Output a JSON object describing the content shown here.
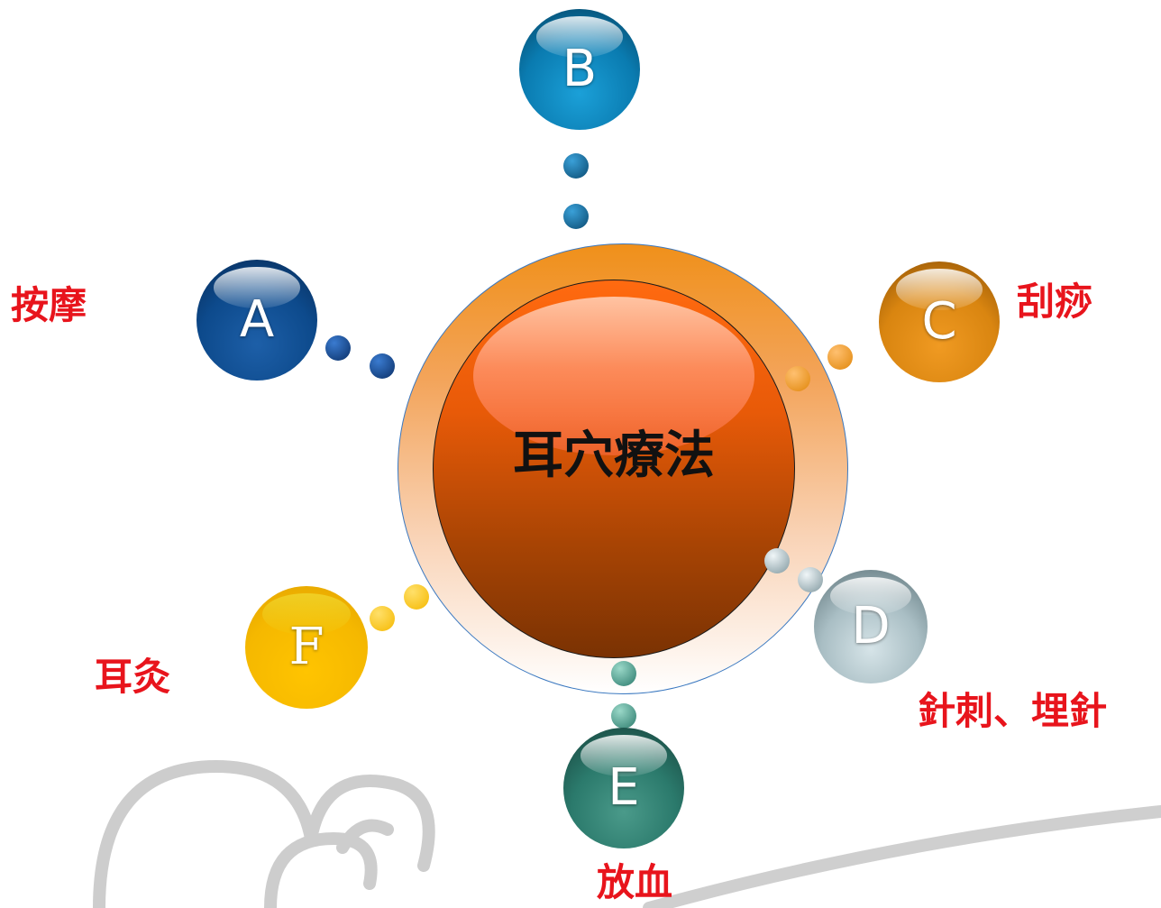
{
  "center": {
    "title": "耳穴療法"
  },
  "nodes": [
    {
      "id": "A",
      "letter": "A",
      "label": "按摩",
      "color": "#0d4a8c"
    },
    {
      "id": "B",
      "letter": "B",
      "label": "",
      "color": "#0a7bb0"
    },
    {
      "id": "C",
      "letter": "C",
      "label": "刮痧",
      "color": "#d98510"
    },
    {
      "id": "D",
      "letter": "D",
      "label": "針刺、埋針",
      "color": "#8aa3ab"
    },
    {
      "id": "E",
      "letter": "E",
      "label": "放血",
      "color": "#2b7a6c"
    },
    {
      "id": "F",
      "letter": "F",
      "label": "耳灸",
      "color": "#f5b800"
    }
  ],
  "colors": {
    "label_text": "#e8141c",
    "ring_outline": "#3a78c0",
    "ring_top": "#f0901a",
    "core_top": "#ff6a10",
    "core_bottom": "#7a3203"
  }
}
